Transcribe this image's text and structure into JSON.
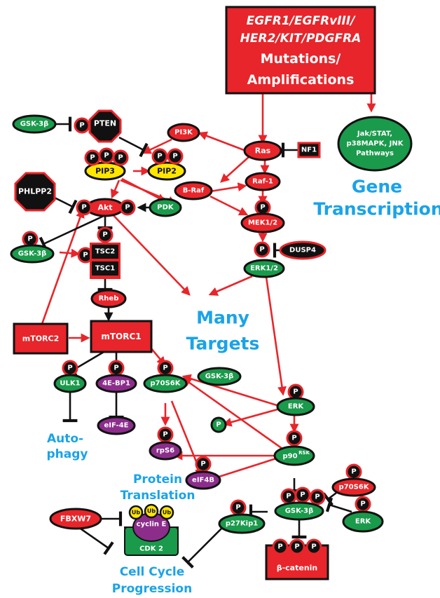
{
  "receptor_box": {
    "line1": "EGFR1/EGFRvIII/",
    "line2": "HER2/KIT/PDGFRA",
    "line3": "Mutations/",
    "line4": "Amplifications"
  },
  "nodes": {
    "gsk3b_a": "GSK-3β",
    "pten": "PTEN",
    "pi3k": "PI3K",
    "ras": "Ras",
    "nf1": "NF1",
    "pip3": "PIP3",
    "pip2": "PIP2",
    "phlpp2": "PHLPP2",
    "braf": "B-Raf",
    "raf1": "Raf-1",
    "akt": "Akt",
    "pdk": "PDK",
    "mek": "MEK1/2",
    "gsk3b_b": "GSK-3β",
    "tsc2": "TSC2",
    "tsc1": "TSC1",
    "dusp4": "DUSP4",
    "erk12": "ERK1/2",
    "rheb": "Rheb",
    "mtorc2": "mTORC2",
    "mtorc1": "mTORC1",
    "jak_line1": "Jak/STAT,",
    "jak_line2": "p38MAPK, JNK",
    "jak_line3": "Pathways",
    "ulk1": "ULK1",
    "ebp1": "4E-BP1",
    "p70s6k": "p70S6K",
    "gsk3b_c": "GSK-3β",
    "erk_mid": "ERK",
    "rps6": "rpS6",
    "eif4e": "eIF-4E",
    "eif4b": "eIF4B",
    "p90": "p90",
    "p90_sup": "RSK",
    "p70s6k_b": "p70S6K",
    "fbxw7": "FBXW7",
    "ub": "Ub",
    "cyclin": "cyclin E",
    "cdk2": "CDK 2",
    "p27": "p27Kip1",
    "gsk3b_d": "GSK-3β",
    "erk_low": "ERK",
    "bcatenin": "β-catenin",
    "p": "P"
  },
  "labels": {
    "gene1": "Gene",
    "gene2": "Transcription",
    "many1": "Many",
    "many2": "Targets",
    "auto1": "Auto-",
    "auto2": "phagy",
    "prot1": "Protein",
    "prot2": "Translation",
    "cell1": "Cell Cycle",
    "cell2": "Progression"
  },
  "colors": {
    "red": "#e8252a",
    "green": "#1a9a4b",
    "black": "#111111",
    "purple": "#8c2d8c",
    "yellow": "#ffe600",
    "blue": "#1aa3e8",
    "white": "#ffffff"
  }
}
